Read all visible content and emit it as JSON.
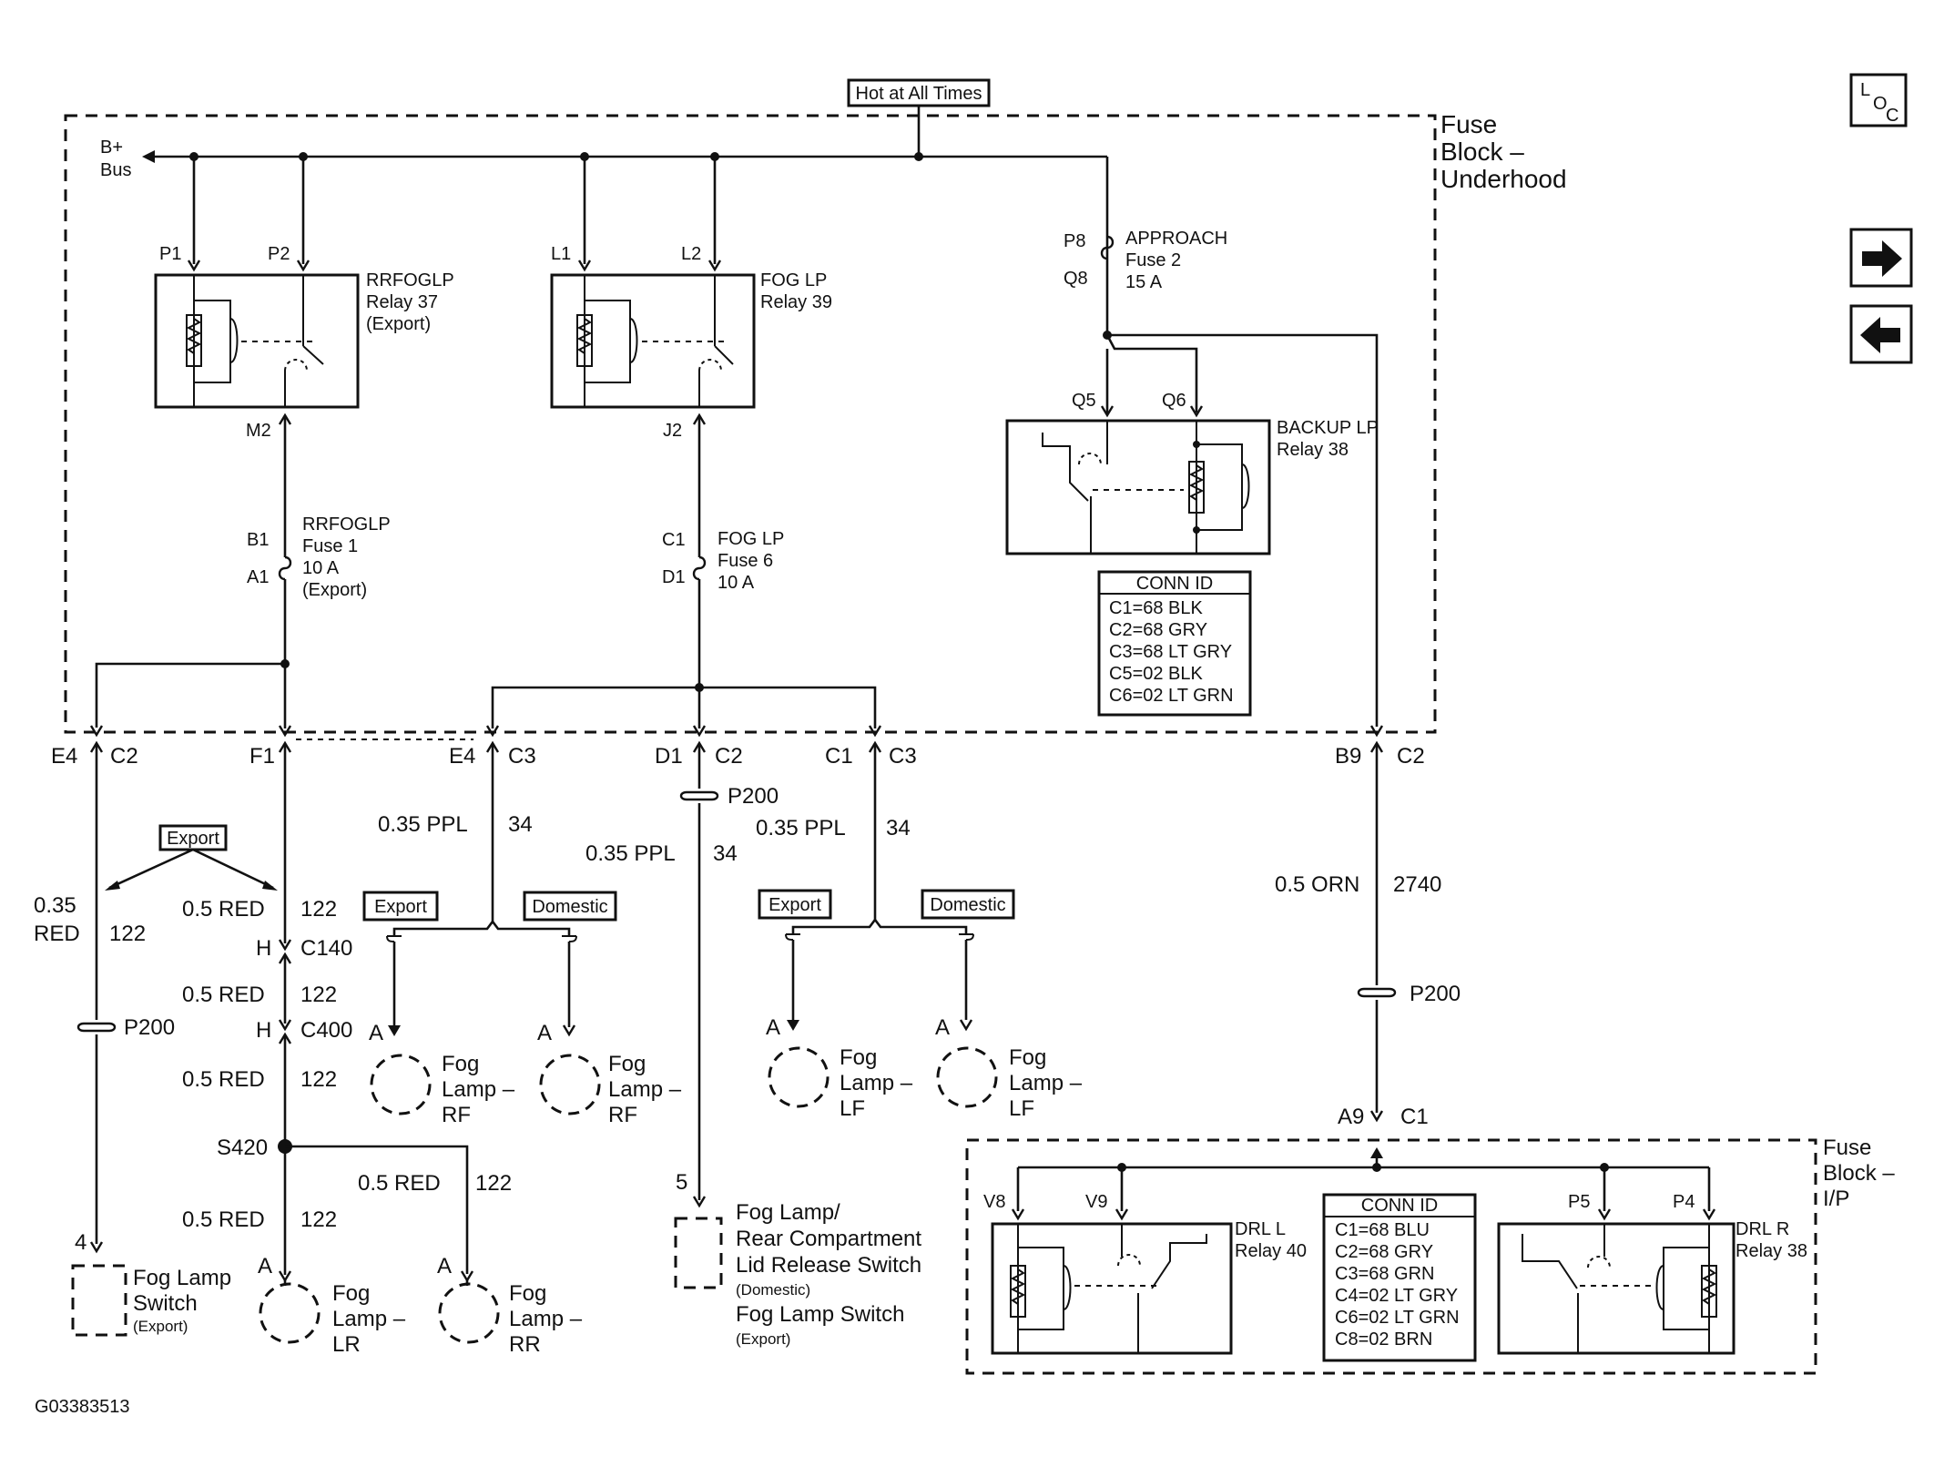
{
  "header": {
    "hot_label": "Hot at All Times"
  },
  "nav": {
    "loc_top": "L",
    "loc_o": "O",
    "loc_c": "C"
  },
  "fuse_block_underhood": {
    "l1": "Fuse",
    "l2": "Block –",
    "l3": "Underhood"
  },
  "fuse_block_ip": {
    "l1": "Fuse",
    "l2": "Block –",
    "l3": "I/P"
  },
  "bplus": {
    "l1": "B+",
    "l2": "Bus"
  },
  "pins": {
    "p1": "P1",
    "p2": "P2",
    "l1": "L1",
    "l2": "L2",
    "p8": "P8",
    "q8": "Q8",
    "m2": "M2",
    "j2": "J2",
    "q5": "Q5",
    "q6": "Q6",
    "b1": "B1",
    "a1": "A1",
    "c1": "C1",
    "d1": "D1",
    "v8": "V8",
    "v9": "V9",
    "p5": "P5",
    "p4": "P4"
  },
  "relays": {
    "rrfoglp": {
      "name": "RRFOGLP",
      "num": "Relay 37",
      "note": "(Export)"
    },
    "foglp": {
      "name": "FOG LP",
      "num": "Relay 39"
    },
    "backup": {
      "name": "BACKUP LP",
      "num": "Relay 38"
    },
    "drl_l": {
      "name": "DRL L",
      "num": "Relay 40"
    },
    "drl_r": {
      "name": "DRL R",
      "num": "Relay 38"
    }
  },
  "fuses": {
    "approach": {
      "name": "APPROACH",
      "num": "Fuse 2",
      "amp": "15 A"
    },
    "rrfoglp": {
      "name": "RRFOGLP",
      "num": "Fuse 1",
      "amp": "10 A",
      "note": "(Export)"
    },
    "foglp": {
      "name": "FOG LP",
      "num": "Fuse 6",
      "amp": "10 A"
    }
  },
  "conn_underhood": {
    "title": "CONN ID",
    "rows": [
      "C1=68 BLK",
      "C2=68 GRY",
      "C3=68 LT GRY",
      "C5=02 BLK",
      "C6=02 LT GRN"
    ]
  },
  "conn_ip": {
    "title": "CONN ID",
    "rows": [
      "C1=68 BLU",
      "C2=68 GRY",
      "C3=68 GRN",
      "C4=02 LT GRY",
      "C6=02 LT GRN",
      "C8=02 BRN"
    ]
  },
  "connectors": {
    "e4": "E4",
    "c2a": "C2",
    "f1": "F1",
    "e4b": "E4",
    "c3a": "C3",
    "d1": "D1",
    "c2b": "C2",
    "c1": "C1",
    "c3b": "C3",
    "b9": "B9",
    "c2c": "C2",
    "a9": "A9",
    "c1b": "C1",
    "p200": "P200",
    "h1": "H",
    "c140": "C140",
    "h2": "H",
    "c400": "C400",
    "s420": "S420",
    "pin4": "4",
    "pin5": "5",
    "pinA": "A"
  },
  "wires": {
    "w035ppl": "0.35 PPL",
    "c34": "34",
    "w035": "0.35",
    "red": "RED",
    "c122": "122",
    "w05red": "0.5 RED",
    "w05orn": "0.5 ORN",
    "c2740": "2740"
  },
  "tags": {
    "export": "Export",
    "domestic": "Domestic"
  },
  "loads": {
    "fog_lamp_rf": {
      "l1": "Fog",
      "l2": "Lamp –",
      "l3": "RF"
    },
    "fog_lamp_lf": {
      "l1": "Fog",
      "l2": "Lamp –",
      "l3": "LF"
    },
    "fog_lamp_lr": {
      "l1": "Fog",
      "l2": "Lamp –",
      "l3": "LR"
    },
    "fog_lamp_rr": {
      "l1": "Fog",
      "l2": "Lamp –",
      "l3": "RR"
    },
    "switch_export": {
      "l1": "Fog Lamp",
      "l2": "Switch",
      "note": "(Export)"
    },
    "switch_domestic": {
      "l1": "Fog Lamp/",
      "l2": "Rear Compartment",
      "l3": "Lid Release Switch",
      "note1": "(Domestic)",
      "l4": "Fog Lamp Switch",
      "note2": "(Export)"
    }
  },
  "footer": {
    "figure_id": "G03383513"
  }
}
